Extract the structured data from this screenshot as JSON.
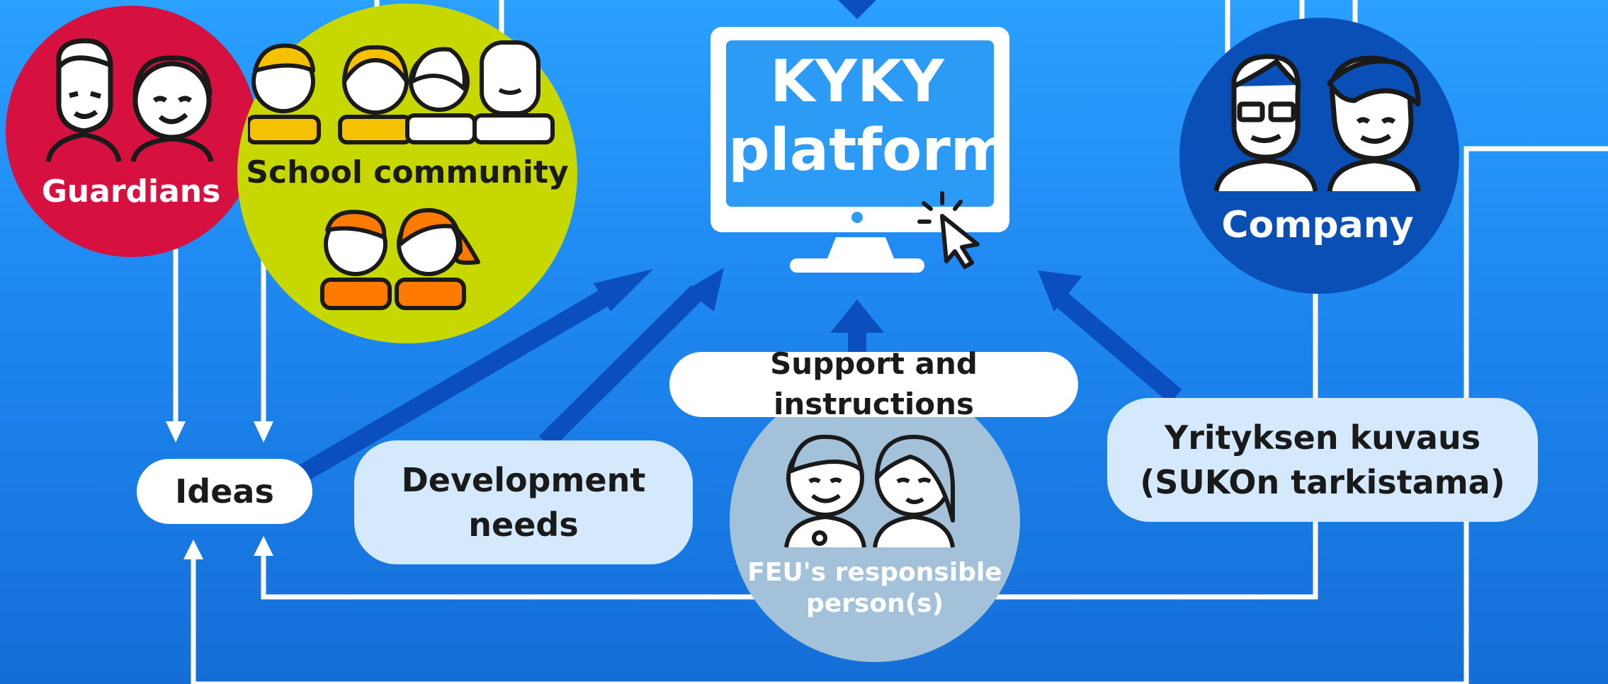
{
  "diagram": {
    "platform": {
      "line1": "KYKY",
      "line2": "platform"
    },
    "guardians": {
      "label": "Guardians"
    },
    "school": {
      "label": "School community"
    },
    "company": {
      "label": "Company"
    },
    "feu": {
      "line1": "FEU's responsible",
      "line2": "person(s)"
    },
    "ideas": {
      "label": "Ideas"
    },
    "development": {
      "line1": "Development",
      "line2": "needs"
    },
    "support": {
      "label": "Support and instructions"
    },
    "yritys": {
      "line1": "Yrityksen kuvaus",
      "line2": "(SUKOn tarkistama)"
    }
  },
  "colors": {
    "background_top": "#2aa0ff",
    "background_bottom": "#156ed8",
    "guardians_circle": "#d6103f",
    "school_circle": "#c6d800",
    "company_circle": "#0a4fb5",
    "feu_circle": "#a3c1d8",
    "arrow_dark": "#0b4fbf",
    "pill_pale": "#d4e9fb"
  },
  "icons": [
    "monitor-icon",
    "cursor-icon",
    "guardians-people-icon",
    "school-people-icon",
    "company-people-icon",
    "feu-people-icon"
  ]
}
